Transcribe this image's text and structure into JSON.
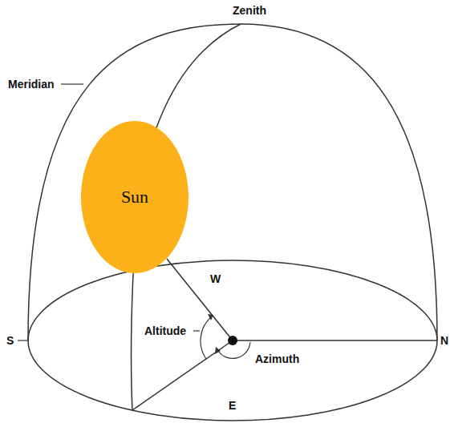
{
  "diagram": {
    "nodes": [
      {
        "text": [
          "Sun"
        ]
      }
    ],
    "labels": [
      "Zenith",
      "Meridian",
      "S",
      "W",
      "Altitude",
      "Azimuth",
      "N",
      "E"
    ]
  }
}
